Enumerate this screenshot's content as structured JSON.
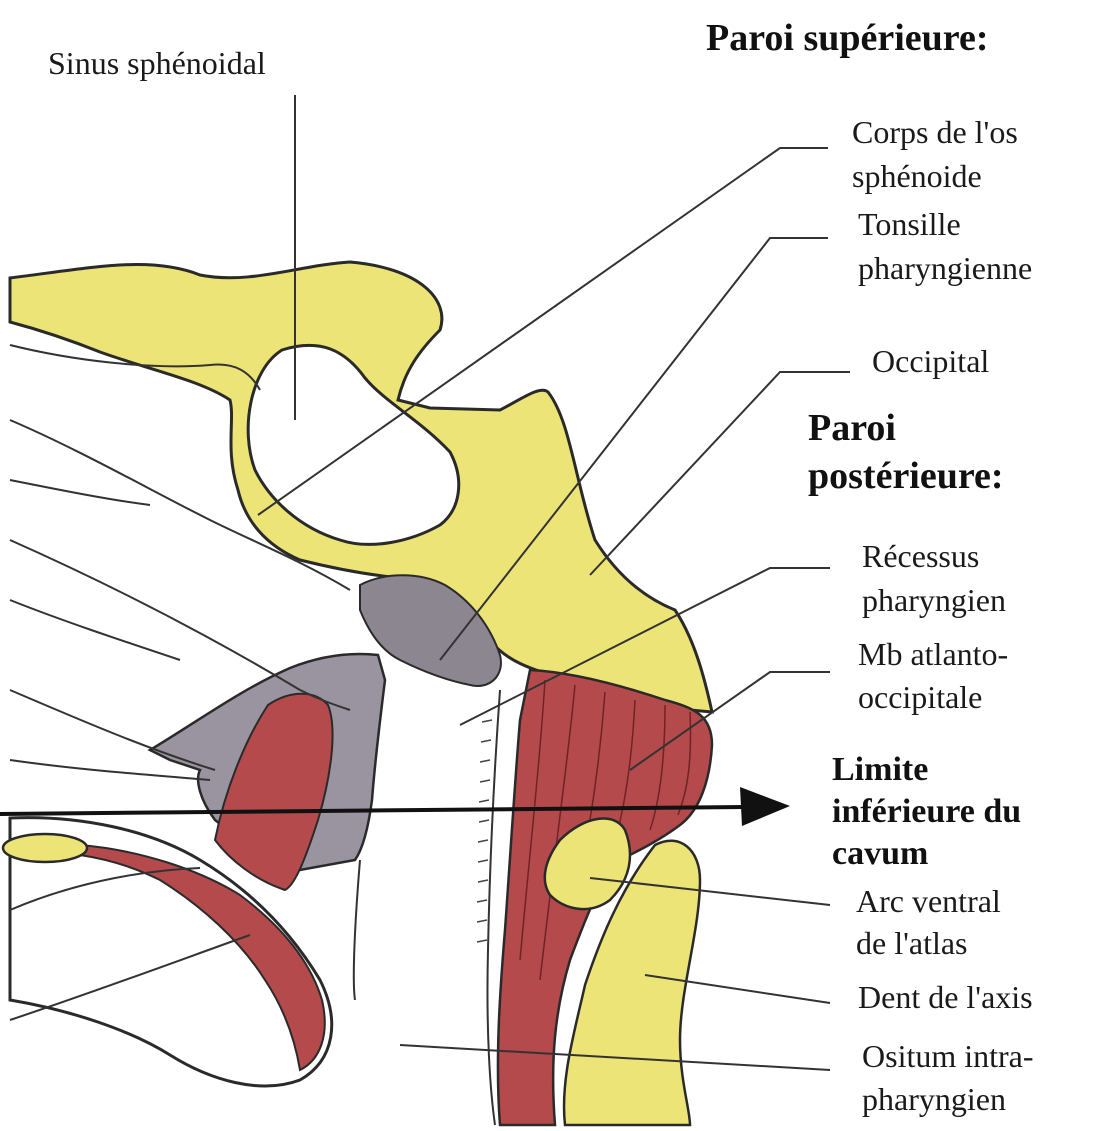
{
  "colors": {
    "bone": "#ece476",
    "muscle": "#b44a4c",
    "mucosa": "#8c8690",
    "outline": "#2a2a2a",
    "background": "#ffffff"
  },
  "headers": {
    "superior_wall": "Paroi supérieure:",
    "posterior_wall_1": "Paroi",
    "posterior_wall_2": "postérieure:",
    "inferior_limit_1": "Limite",
    "inferior_limit_2": "inférieure du",
    "inferior_limit_3": "cavum"
  },
  "labels": {
    "sinus_sphenoidal": "Sinus sphénoidal",
    "corps_os_sphenoide_1": "Corps de l'os",
    "corps_os_sphenoide_2": "sphénoide",
    "tonsille_1": "Tonsille",
    "tonsille_2": "pharyngienne",
    "occipital": "Occipital",
    "recessus_1": "Récessus",
    "recessus_2": "pharyngien",
    "mb_atlanto_1": "Mb atlanto-",
    "mb_atlanto_2": "occipitale",
    "arc_ventral_1": "Arc ventral",
    "arc_ventral_2": "de l'atlas",
    "dent_axis": "Dent de l'axis",
    "ositum_1": "Ositum intra-",
    "ositum_2": "pharyngien"
  }
}
